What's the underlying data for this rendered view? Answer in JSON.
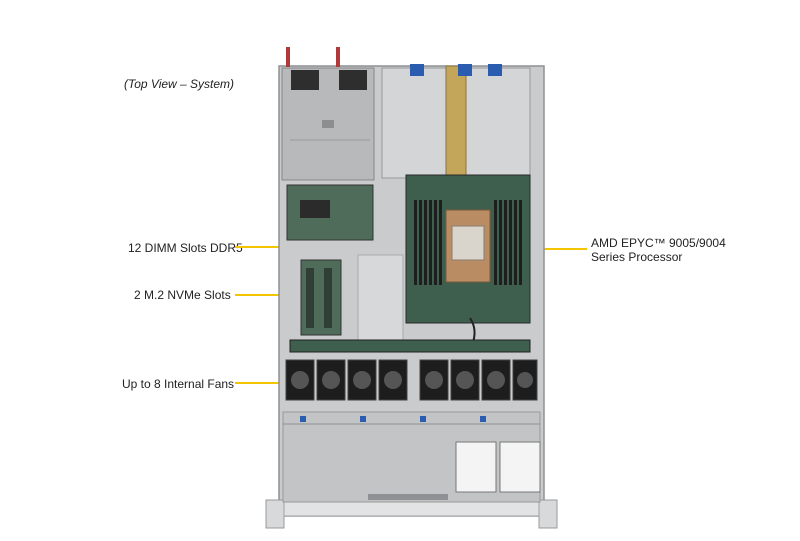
{
  "caption": "(Top View – System)",
  "callouts": {
    "dimm": "12 DIMM Slots DDR5",
    "m2": "2 M.2 NVMe Slots",
    "fans": "Up to 8 Internal Fans",
    "cpu_line1": "AMD EPYC™ 9005/9004",
    "cpu_line2": "Series Processor"
  },
  "colors": {
    "leader": "#f2c500",
    "chassis": "#bfc1c3",
    "board": "#3f5f4e",
    "fan": "#1d1d1d",
    "accent_blue": "#2a5db0"
  }
}
